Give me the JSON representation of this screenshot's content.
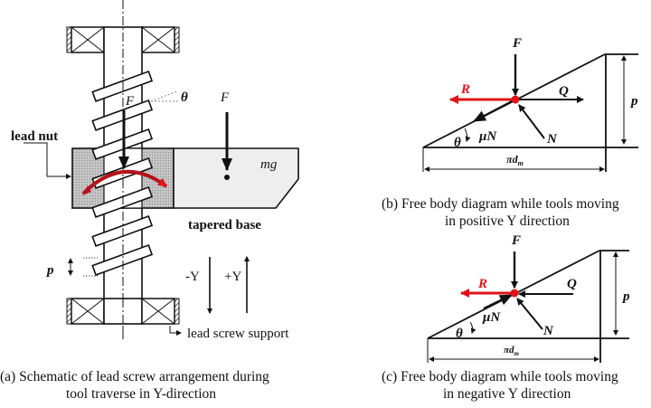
{
  "figure": {
    "panel_a": {
      "caption_line1": "(a) Schematic of lead screw arrangement during",
      "caption_line2": "tool traverse in Y-direction",
      "labels": {
        "lead_nut": "lead nut",
        "tapered_base": "tapered base",
        "lead_screw_support": "lead screw support",
        "force_screw": "F",
        "force_base": "F",
        "weight": "mg",
        "helix_angle": "θ",
        "pitch": "p",
        "minus_y": "-Y",
        "plus_y": "+Y"
      }
    },
    "panel_b": {
      "caption_line1": "(b) Free body diagram while tools moving",
      "caption_line2": "in positive Y direction",
      "labels": {
        "F": "F",
        "R": "R",
        "Q": "Q",
        "N": "N",
        "muN": "μN",
        "theta": "θ",
        "p": "p",
        "pi": "π",
        "d": "d",
        "m": "m"
      }
    },
    "panel_c": {
      "caption_line1": "(c) Free body diagram while tools moving",
      "caption_line2": "in negative Y direction",
      "labels": {
        "F": "F",
        "R": "R",
        "Q": "Q",
        "N": "N",
        "muN": "μN",
        "theta": "θ",
        "p": "p",
        "pi": "π",
        "d": "d",
        "m": "m"
      }
    },
    "colors": {
      "line": "#111111",
      "accent_red": "#e0131a",
      "nut_fill": "#c8c8c8",
      "base_fill": "#eeeeee"
    }
  }
}
